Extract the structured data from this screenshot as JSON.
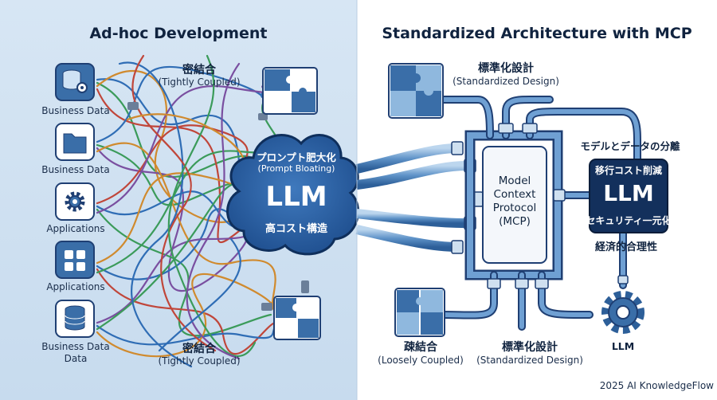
{
  "left": {
    "title": "Ad-hoc Development",
    "top_label_jp": "密結合",
    "top_label_en": "(Tightly Coupled)",
    "bottom_label_jp": "密結合",
    "bottom_label_en": "(Tightly Coupled)",
    "sources": [
      {
        "label": "Business Data",
        "icon": "database-gear-icon"
      },
      {
        "label": "Business Data",
        "icon": "folder-icon"
      },
      {
        "label": "Applications",
        "icon": "gear-icon"
      },
      {
        "label": "Applications",
        "icon": "app-grid-icon"
      },
      {
        "label": "Business Data",
        "label2": "Data",
        "icon": "database-icon"
      }
    ],
    "cloud": {
      "top_jp": "プロンプト肥大化",
      "top_en": "(Prompt Bloating)",
      "main": "LLM",
      "bottom_jp": "高コスト構造"
    }
  },
  "right": {
    "title": "Standardized Architecture with MCP",
    "top_label_jp": "標準化設計",
    "top_label_en": "(Standardized Design)",
    "mcp_lines": [
      "Model",
      "Context",
      "Protocol",
      "(MCP)"
    ],
    "separation_label": "モデルとデータの分離",
    "llm_box": {
      "top": "移行コスト削減",
      "main": "LLM",
      "bottom": "セキュリティ一元化"
    },
    "economic_label": "経済的合理性",
    "loose_jp": "疎結合",
    "loose_en": "(Loosely Coupled)",
    "bottom_std_jp": "標準化設計",
    "bottom_std_en": "(Standardized Design)",
    "gear_label": "LLM"
  },
  "footer": "2025 AI KnowledgeFlow",
  "colors": {
    "left_bg": "#cfe0f0",
    "right_bg": "#ffffff",
    "navy": "#1f3f73",
    "tile": "#3a6ea8",
    "light_blue": "#8fb8de",
    "wires": [
      "#2f6db5",
      "#3b9b5a",
      "#d08a2e",
      "#c0463a",
      "#7a4fa0"
    ]
  }
}
